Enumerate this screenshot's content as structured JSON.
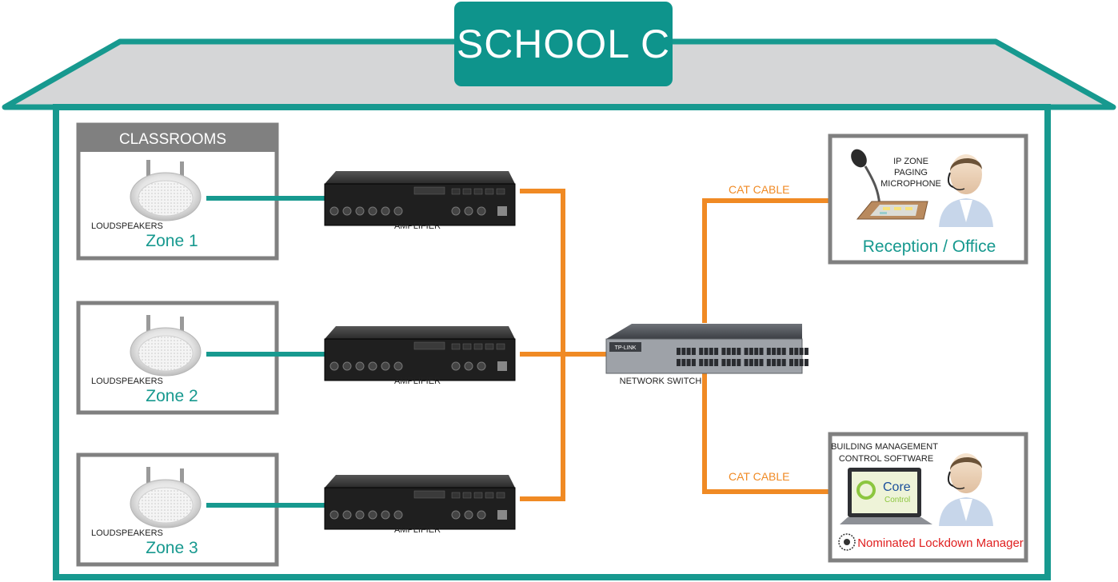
{
  "title": "SCHOOL C",
  "classrooms_label": "CLASSROOMS",
  "zones": [
    {
      "speaker_label": "LOUDSPEAKERS",
      "zone_label": "Zone 1",
      "amp_label": "AMPLIFIER"
    },
    {
      "speaker_label": "LOUDSPEAKERS",
      "zone_label": "Zone 2",
      "amp_label": "AMPLIFIER"
    },
    {
      "speaker_label": "LOUDSPEAKERS",
      "zone_label": "Zone 3",
      "amp_label": "AMPLIFIER"
    }
  ],
  "switch": {
    "label": "NETWORK SWITCH",
    "brand": "TP-LINK"
  },
  "cables": {
    "top": "CAT CABLE",
    "bottom": "CAT CABLE"
  },
  "reception": {
    "mic_label_lines": [
      "IP ZONE",
      "PAGING",
      "MICROPHONE"
    ],
    "title": "Reception / Office"
  },
  "manager": {
    "software_lines": [
      "BUILDING MANAGEMENT",
      "CONTROL SOFTWARE"
    ],
    "logo_word_1": "Core",
    "logo_word_2": "Control",
    "title": "Nominated Lockdown Manager"
  },
  "colors": {
    "teal": "#17998f",
    "orange": "#f08a24",
    "roof": "#d5d6d7",
    "frame": "#808080",
    "manager_red": "#e02020"
  }
}
